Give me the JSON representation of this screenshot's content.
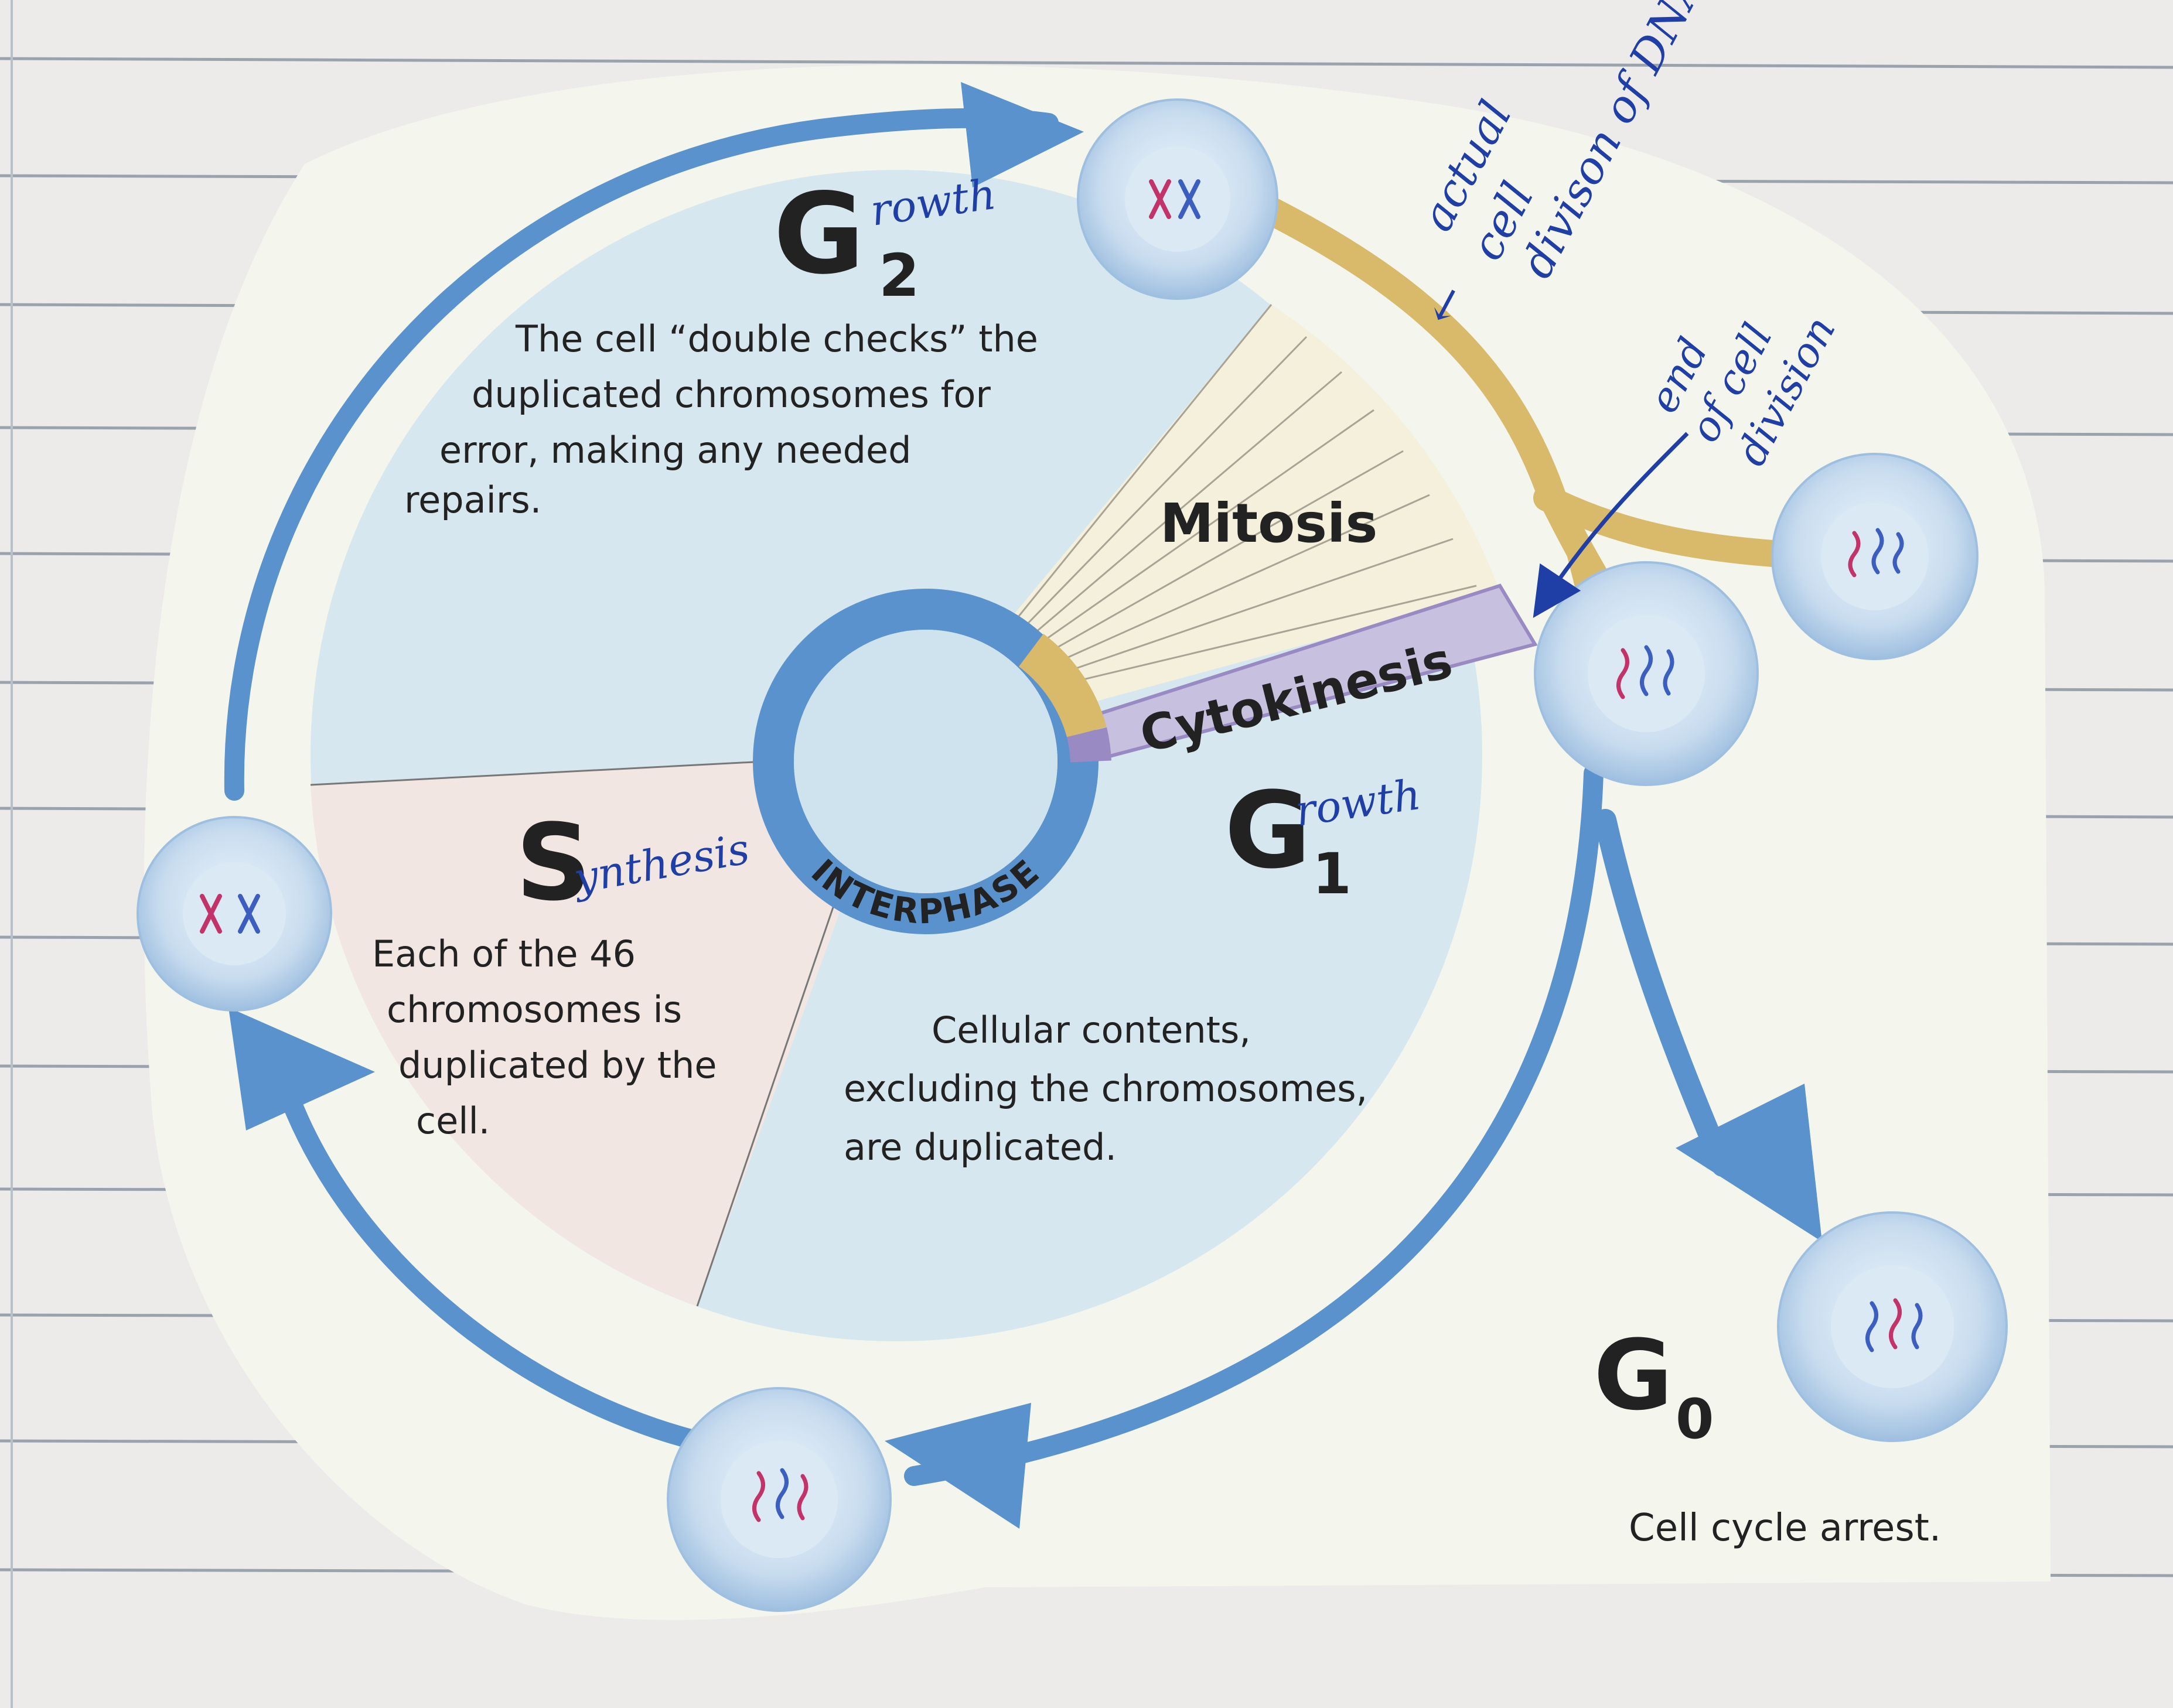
{
  "colors": {
    "paper": "#ecebea",
    "ruled_line": "#9aa3ad",
    "card": "#f4f6ee",
    "cycle_fill": "#d6e7ef",
    "s_phase_fill": "#f2e6e3",
    "mitosis_fill": "#f4f0dc",
    "ring_blue": "#5a92cd",
    "mitosis_gold": "#d9b96a",
    "cytokinesis_purple": "#9a8ac3",
    "cell_fill": "#c8dcef",
    "handwriting": "#1f3fa6",
    "chromosome_blue": "#3c5fbf",
    "chromosome_red": "#c2336a"
  },
  "phases": {
    "g2": {
      "label_main": "G",
      "label_sub": "2",
      "annotation": "rowth",
      "description": [
        "The cell “double checks” the",
        "duplicated chromosomes for",
        "error, making any needed",
        "repairs."
      ]
    },
    "mitosis": {
      "label": "Mitosis"
    },
    "cytokinesis": {
      "label": "Cytokinesis"
    },
    "g1": {
      "label_main": "G",
      "label_sub": "1",
      "annotation": "rowth",
      "description": [
        "Cellular contents,",
        "excluding the chromosomes,",
        "are duplicated."
      ]
    },
    "s": {
      "label_main": "S",
      "annotation": "ynthesis",
      "description": [
        "Each of the 46",
        "chromosomes is",
        "duplicated by the",
        "cell."
      ]
    },
    "g0": {
      "label_main": "G",
      "label_sub": "0",
      "description": "Cell cycle arrest."
    },
    "interphase": {
      "label": "INTERPHASE"
    }
  },
  "handwritten_notes": {
    "mitosis_note": [
      "actual",
      "cell",
      "divison of DNA"
    ],
    "arrow_symbol": "←",
    "cytokinesis_note": [
      "end",
      "of cell",
      "division"
    ]
  }
}
